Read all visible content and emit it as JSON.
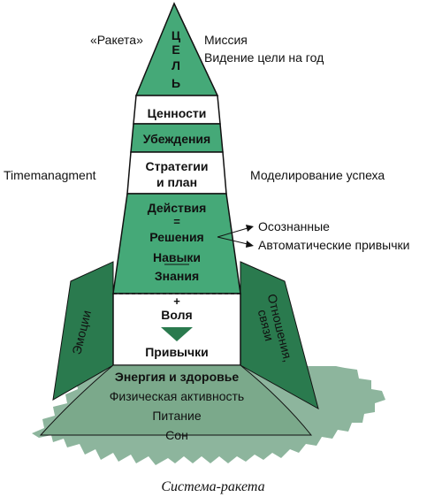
{
  "colors": {
    "green": "#45a978",
    "dark_green": "#2a7a4e",
    "flame": "#8db59d",
    "base_fill": "#7ba98b",
    "outline": "#111111",
    "white": "#ffffff"
  },
  "rocket": {
    "nose_letters": [
      "Ц",
      "Е",
      "Л",
      "Ь"
    ],
    "sections": {
      "values": "Ценности",
      "beliefs": "Убеждения",
      "strategy_line1": "Стратегии",
      "strategy_line2": "и план",
      "actions": "Действия",
      "equals": "=",
      "decisions": "Решения",
      "skills": "Навыки",
      "knowledge": "Знания",
      "plus": "+",
      "will": "Воля",
      "habits": "Привычки",
      "energy": "Энергия и здоровье",
      "activity": "Физическая активность",
      "nutrition": "Питание",
      "sleep": "Сон"
    },
    "left_fin": "Эмоции",
    "right_fin_line1": "Отношения,",
    "right_fin_line2": "связи"
  },
  "labels": {
    "rocket_name": "«Ракета»",
    "mission": "Миссия",
    "vision": "Видение цели на год",
    "time_management": "Timemanagment",
    "success_modeling": "Моделирование успеха",
    "conscious": "Осознанные",
    "automatic_habits": "Автоматические привычки"
  },
  "caption": "Система-ракета"
}
